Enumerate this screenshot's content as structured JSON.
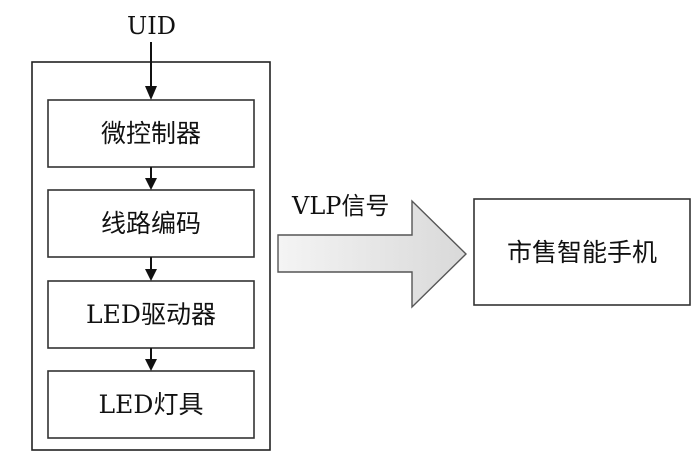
{
  "input_label": "UID",
  "blocks": [
    {
      "label": "微控制器"
    },
    {
      "label": "线路编码"
    },
    {
      "label": "LED驱动器"
    },
    {
      "label": "LED灯具"
    }
  ],
  "signal_label": "VLP信号",
  "target_label": "市售智能手机"
}
